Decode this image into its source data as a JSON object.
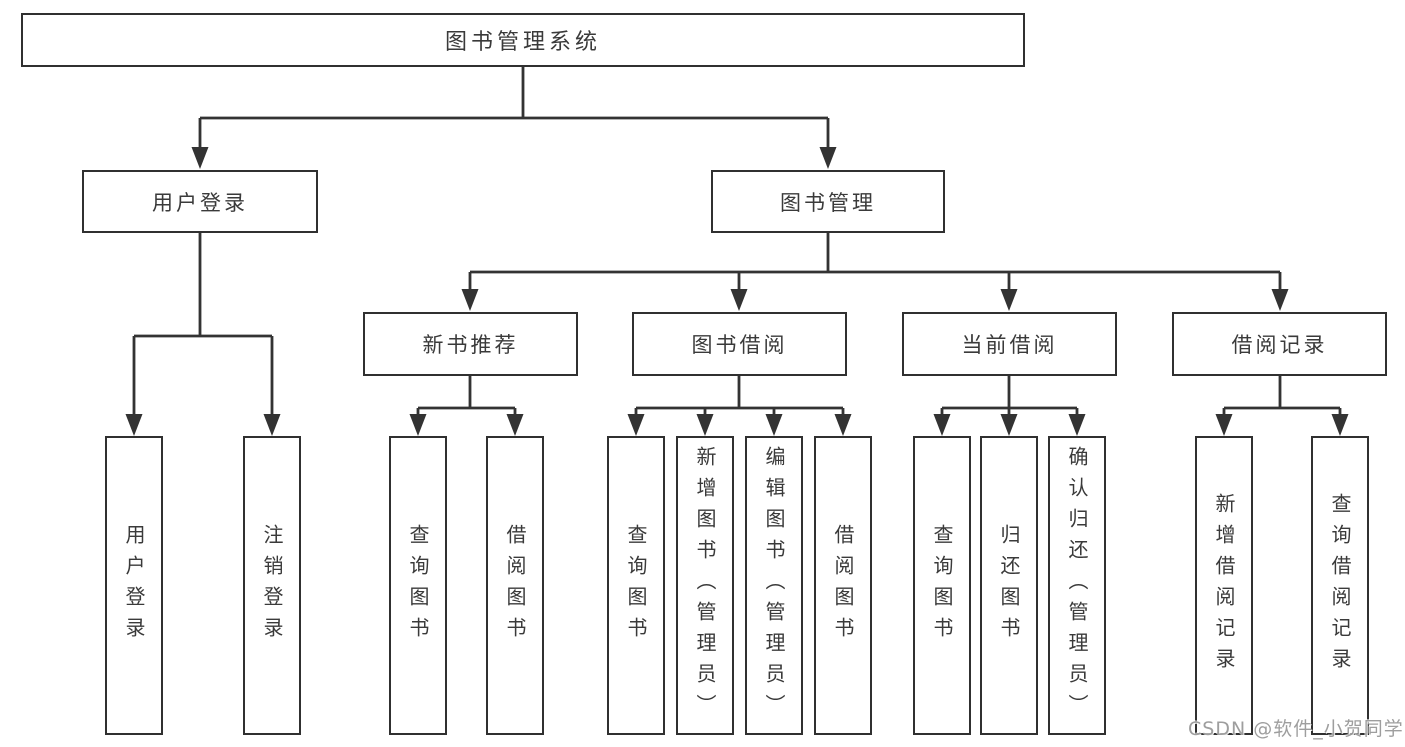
{
  "tree": {
    "root": "图书管理系统",
    "children": [
      {
        "label": "用户登录",
        "children": [
          {
            "label": "用户登录"
          },
          {
            "label": "注销登录"
          }
        ]
      },
      {
        "label": "图书管理",
        "children": [
          {
            "label": "新书推荐",
            "children": [
              {
                "label": "查询图书"
              },
              {
                "label": "借阅图书"
              }
            ]
          },
          {
            "label": "图书借阅",
            "children": [
              {
                "label": "查询图书"
              },
              {
                "label": "新增图书（管理员）"
              },
              {
                "label": "编辑图书（管理员）"
              },
              {
                "label": "借阅图书"
              }
            ]
          },
          {
            "label": "当前借阅",
            "children": [
              {
                "label": "查询图书"
              },
              {
                "label": "归还图书"
              },
              {
                "label": "确认归还（管理员）"
              }
            ]
          },
          {
            "label": "借阅记录",
            "children": [
              {
                "label": "新增借阅记录"
              },
              {
                "label": "查询借阅记录"
              }
            ]
          }
        ]
      }
    ]
  },
  "watermark": {
    "text": "CSDN @软件_小贺同学"
  },
  "colors": {
    "line": "#333333",
    "box_border": "#303030",
    "text": "#3a3a3a",
    "watermark": "#9e9e9e",
    "background": "#ffffff"
  }
}
